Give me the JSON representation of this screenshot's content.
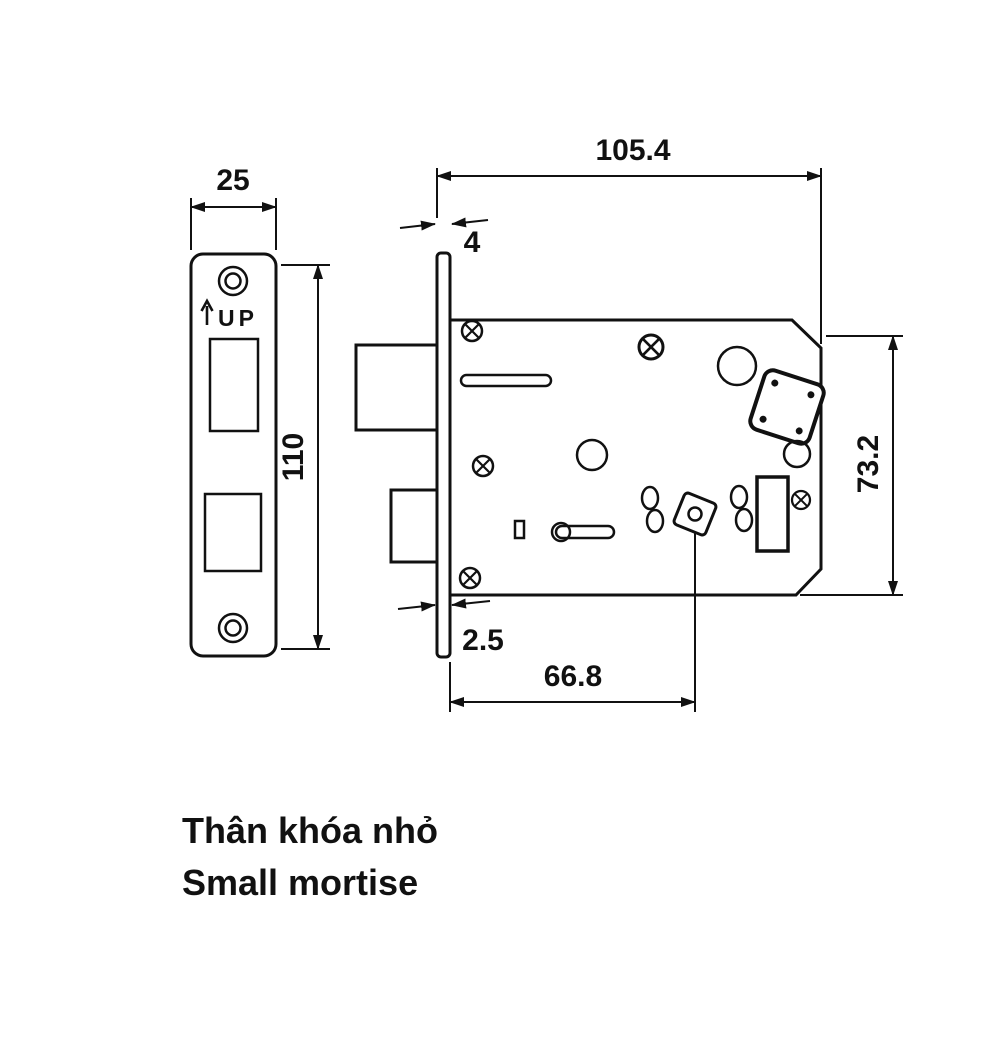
{
  "title": {
    "line1": "Thân khóa nhỏ",
    "line2": "Small mortise"
  },
  "faceplate": {
    "up_label": "UP",
    "dim_width": "25",
    "dim_height": "110"
  },
  "lock_body": {
    "dim_total_width": "105.4",
    "dim_plate_thickness": "4",
    "dim_body_height": "73.2",
    "dim_edge_offset": "2.5",
    "dim_backset": "66.8"
  },
  "colors": {
    "ink": "#111111",
    "background": "#ffffff"
  }
}
